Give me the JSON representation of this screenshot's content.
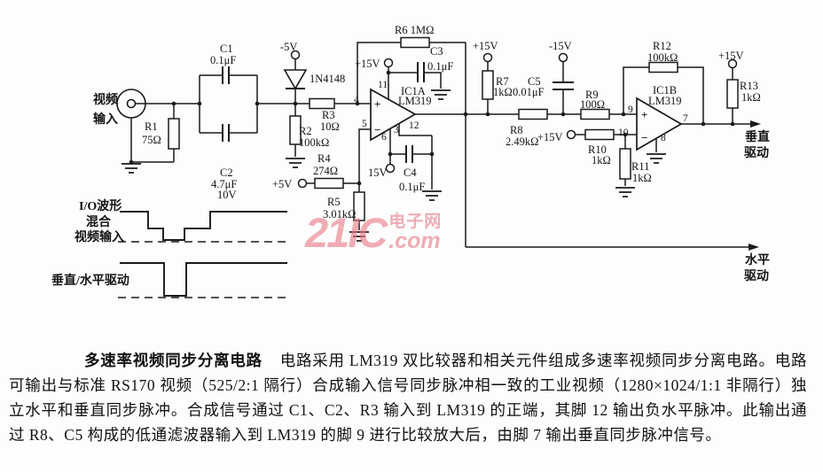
{
  "schematic": {
    "input": {
      "l1": "视频",
      "l2": "输入"
    },
    "r1": {
      "ref": "R1",
      "val": "75Ω"
    },
    "c1": {
      "ref": "C1",
      "val": "0.1μF"
    },
    "c2": {
      "ref": "C2",
      "val": "4.7μF",
      "volt": "10V"
    },
    "d1": {
      "supply": "-5V",
      "part": "1N4148"
    },
    "r2": {
      "ref": "R2",
      "val": "100kΩ"
    },
    "r3": {
      "ref": "R3",
      "val": "10Ω"
    },
    "r4": {
      "ref": "R4",
      "val": "274Ω",
      "supply": "+5V"
    },
    "r5": {
      "ref": "R5",
      "val": "3.01kΩ"
    },
    "r6": {
      "label": "R6 1MΩ"
    },
    "c3": {
      "ref": "C3",
      "val": "0.1μF",
      "supply": "+15V"
    },
    "ic1a": {
      "ref": "IC1A",
      "part": "LM319",
      "pin4": "4",
      "pin5": "5",
      "pin11": "11",
      "pin6": "6",
      "pin3": "3",
      "pin12": "12",
      "plus": "+",
      "minus": "−"
    },
    "c4": {
      "ref": "C4",
      "val": "0.1μF",
      "supply": "15V"
    },
    "r7": {
      "ref": "R7",
      "val": "1kΩ",
      "supply": "+15V"
    },
    "c5": {
      "ref": "C5",
      "val": "0.01μF",
      "supply": "-15V"
    },
    "r8": {
      "ref": "R8",
      "val": "2.49kΩ"
    },
    "r9": {
      "ref": "R9",
      "val": "100Ω"
    },
    "r10": {
      "ref": "R10",
      "val": "1kΩ",
      "supply": "+15V"
    },
    "r11": {
      "ref": "R11",
      "val": "1kΩ"
    },
    "ic1b": {
      "ref": "IC1B",
      "part": "LM319",
      "pin9": "9",
      "pin10": "10",
      "pin7": "7",
      "pin8": "8",
      "plus": "+",
      "minus": "−"
    },
    "r12": {
      "ref": "R12",
      "val": "100kΩ"
    },
    "r13": {
      "ref": "R13",
      "val": "1kΩ",
      "supply": "+15V"
    },
    "out_v": {
      "l1": "垂直",
      "l2": "驱动"
    },
    "out_h": {
      "l1": "水平",
      "l2": "驱动"
    }
  },
  "waveforms": {
    "io": "I/O波形",
    "mix1": "混合",
    "mix2": "视频输入",
    "drive": "垂直/水平驱动"
  },
  "watermark": {
    "big": "21IC",
    "cn": "电子网",
    "com": ".com"
  },
  "description": {
    "title": "多速率视频同步分离电路",
    "body": "电路采用 LM319 双比较器和相关元件组成多速率视频同步分离电路。电路可输出与标准 RS170 视频（525/2:1 隔行）合成输入信号同步脉冲相一致的工业视频（1280×1024/1:1 非隔行）独立水平和垂直同步脉冲。合成信号通过 C1、C2、R3 输入到 LM319 的正端，其脚 12 输出负水平脉冲。此输出通过 R8、C5 构成的低通滤波器输入到 LM319 的脚 9 进行比较放大后，由脚 7 输出垂直同步脉冲信号。"
  }
}
